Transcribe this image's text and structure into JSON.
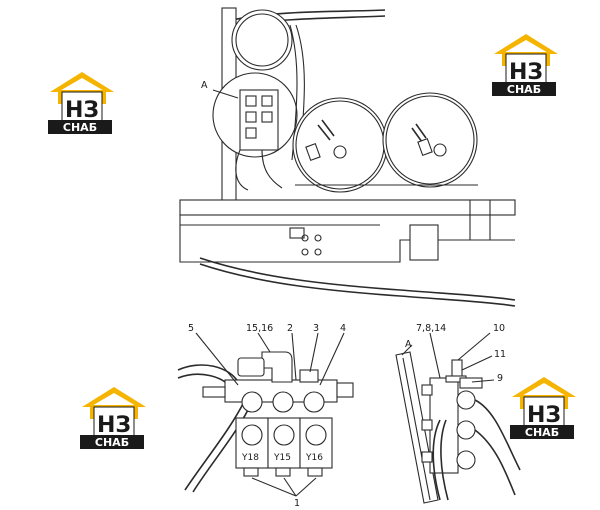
{
  "labels": {
    "A_top": "A",
    "l5": "5",
    "l15_16": "15,16",
    "l2": "2",
    "l3": "3",
    "l4": "4",
    "y18": "Y18",
    "y15": "Y15",
    "y16": "Y16",
    "l1": "1",
    "l7_8_14": "7,8,14",
    "l10": "10",
    "A_right": "A",
    "l11": "11",
    "l9": "9"
  },
  "logo": {
    "letters": "НЗ",
    "word": "СНАБ",
    "accent": "#f5b400",
    "dark": "#1a1a1a"
  }
}
